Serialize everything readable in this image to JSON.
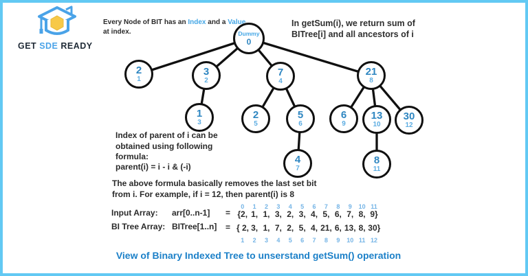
{
  "logo": {
    "word1": "GET",
    "word2": "SDE",
    "word3": "READY"
  },
  "header_notes": {
    "bit_note_pre": "Every Node of BIT has an ",
    "bit_note_index": "Index",
    "bit_note_mid": " and a ",
    "bit_note_value": "Value",
    "bit_note_post": " at index.",
    "getsum_note": "In getSum(i), we return sum of BITree[i] and all ancestors of i"
  },
  "tree": {
    "nodes": [
      {
        "id": "root",
        "value": "Dummy",
        "index": "0"
      },
      {
        "id": "n1",
        "value": "2",
        "index": "1"
      },
      {
        "id": "n2",
        "value": "3",
        "index": "2"
      },
      {
        "id": "n3",
        "value": "1",
        "index": "3"
      },
      {
        "id": "n4",
        "value": "7",
        "index": "4"
      },
      {
        "id": "n5",
        "value": "2",
        "index": "5"
      },
      {
        "id": "n6",
        "value": "5",
        "index": "6"
      },
      {
        "id": "n7",
        "value": "4",
        "index": "7"
      },
      {
        "id": "n8",
        "value": "21",
        "index": "8"
      },
      {
        "id": "n9",
        "value": "6",
        "index": "9"
      },
      {
        "id": "n10",
        "value": "13",
        "index": "10"
      },
      {
        "id": "n11",
        "value": "8",
        "index": "11"
      },
      {
        "id": "n12",
        "value": "30",
        "index": "12"
      }
    ],
    "edges": [
      [
        "root",
        "n1"
      ],
      [
        "root",
        "n2"
      ],
      [
        "root",
        "n4"
      ],
      [
        "root",
        "n8"
      ],
      [
        "n2",
        "n3"
      ],
      [
        "n4",
        "n5"
      ],
      [
        "n4",
        "n6"
      ],
      [
        "n6",
        "n7"
      ],
      [
        "n8",
        "n9"
      ],
      [
        "n8",
        "n10"
      ],
      [
        "n8",
        "n12"
      ],
      [
        "n10",
        "n11"
      ]
    ]
  },
  "formula_block": {
    "intro": "Index of parent of i can be obtained using following formula:",
    "formula": "parent(i) = i - i & (-i)",
    "explanation": "The above formula basically removes the last set bit from i.  For example, if i = 12, then parent(i) is 8"
  },
  "arrays": {
    "top_indices": [
      "0",
      "1",
      "2",
      "3",
      "4",
      "5",
      "6",
      "7",
      "8",
      "9",
      "10",
      "11"
    ],
    "input_label": "Input Array:",
    "input_name": "arr[0..n-1]",
    "equals": "=",
    "input_values": [
      "{2,",
      "1,",
      "1,",
      "3,",
      "2,",
      "3,",
      "4,",
      "5,",
      "6,",
      "7,",
      "8,",
      "9}"
    ],
    "bitree_label": "BI Tree Array:",
    "bitree_name": "BITree[1..n]",
    "bitree_values": [
      "{ 2,",
      "3,",
      "1,",
      "7,",
      "2,",
      "5,",
      "4,",
      "21,",
      "6,",
      "13,",
      "8,",
      "30}"
    ],
    "bottom_indices": [
      "1",
      "2",
      "3",
      "4",
      "5",
      "6",
      "7",
      "8",
      "9",
      "10",
      "11",
      "12"
    ]
  },
  "footer": {
    "title": "View of Binary Indexed Tree to unserstand getSum() operation"
  },
  "colors": {
    "frame": "#62c9f3",
    "node_value_blue": "#2e86c1",
    "node_index_blue": "#5dade2",
    "accent_blue": "#45a7e6",
    "title_blue": "#1c80c8",
    "logo_blue": "#4aa3e8",
    "logo_yellow": "#f7c948",
    "text_dark": "#2a2a2a"
  }
}
